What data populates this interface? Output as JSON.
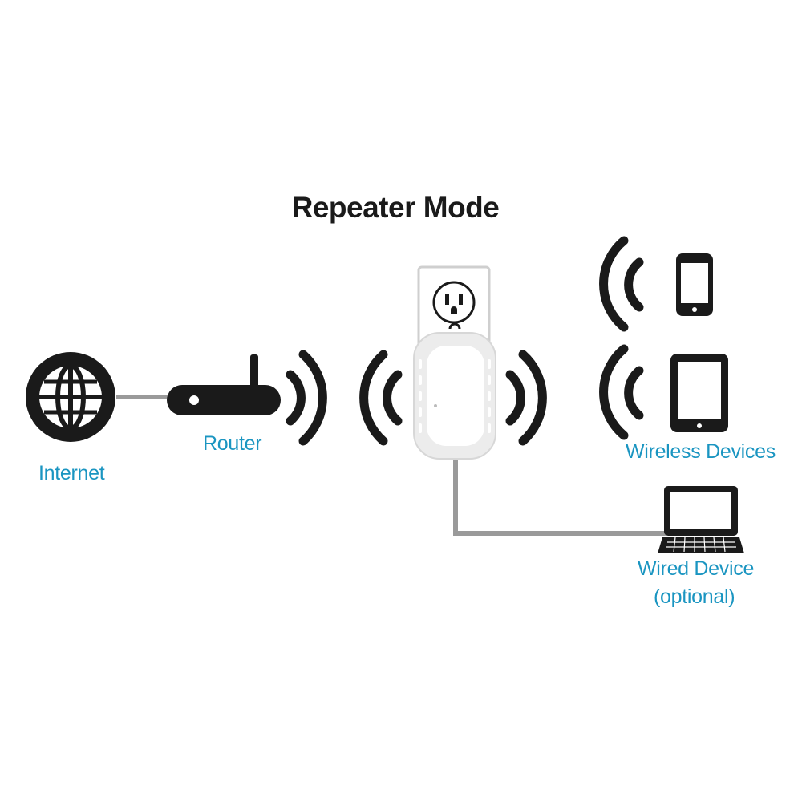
{
  "diagram": {
    "title": "Repeater Mode",
    "accent_color": "#1a95c1",
    "icon_color": "#1a1a1a",
    "line_color": "#9a9a9a",
    "nodes": {
      "internet": {
        "label": "Internet",
        "icon": "globe-icon"
      },
      "router": {
        "label": "Router",
        "icon": "router-icon"
      },
      "repeater": {
        "icon": "wall-plug-repeater-icon"
      },
      "wireless_devices": {
        "label": "Wireless Devices",
        "icons": [
          "smartphone-icon",
          "tablet-icon"
        ]
      },
      "wired_device": {
        "label_line1": "Wired Device",
        "label_line2": "(optional)",
        "icon": "laptop-icon"
      }
    },
    "links": [
      {
        "from": "internet",
        "to": "router",
        "type": "wired"
      },
      {
        "from": "router",
        "to": "repeater",
        "type": "wireless"
      },
      {
        "from": "repeater",
        "to": "wireless_devices",
        "type": "wireless"
      },
      {
        "from": "repeater",
        "to": "wired_device",
        "type": "wired"
      }
    ]
  }
}
